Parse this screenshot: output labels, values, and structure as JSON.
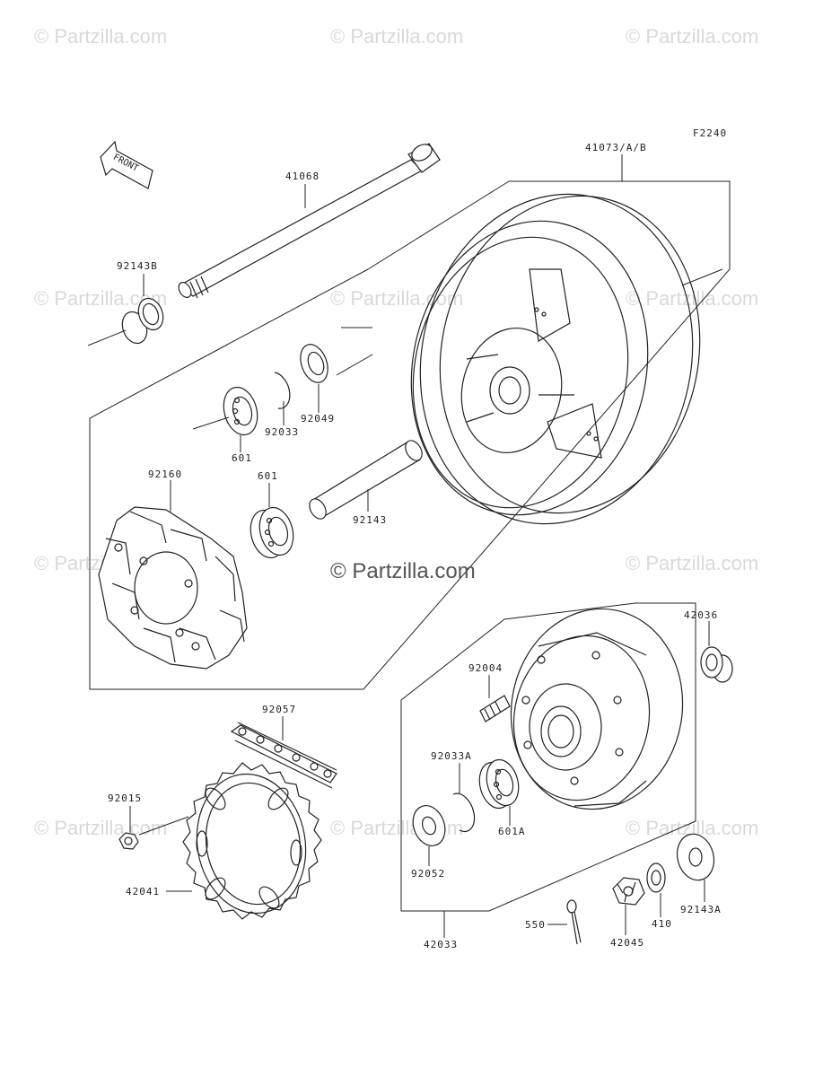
{
  "figure_code": "F2240",
  "front_arrow_text": "FRONT",
  "watermark": "© Partzilla.com",
  "watermark_center": "© Partzilla.com",
  "callouts": [
    {
      "id": "41068",
      "label": "41068"
    },
    {
      "id": "41073",
      "label": "41073/A/B"
    },
    {
      "id": "92143B",
      "label": "92143B"
    },
    {
      "id": "92049",
      "label": "92049"
    },
    {
      "id": "92033",
      "label": "92033"
    },
    {
      "id": "601-top",
      "label": "601"
    },
    {
      "id": "92160",
      "label": "92160"
    },
    {
      "id": "601-mid",
      "label": "601"
    },
    {
      "id": "92143",
      "label": "92143"
    },
    {
      "id": "42036",
      "label": "42036"
    },
    {
      "id": "92004",
      "label": "92004"
    },
    {
      "id": "92057",
      "label": "92057"
    },
    {
      "id": "92033A",
      "label": "92033A"
    },
    {
      "id": "601A",
      "label": "601A"
    },
    {
      "id": "92015",
      "label": "92015"
    },
    {
      "id": "42041",
      "label": "42041"
    },
    {
      "id": "92052",
      "label": "92052"
    },
    {
      "id": "42033",
      "label": "42033"
    },
    {
      "id": "550",
      "label": "550"
    },
    {
      "id": "42045",
      "label": "42045"
    },
    {
      "id": "410",
      "label": "410"
    },
    {
      "id": "92143A",
      "label": "92143A"
    }
  ]
}
